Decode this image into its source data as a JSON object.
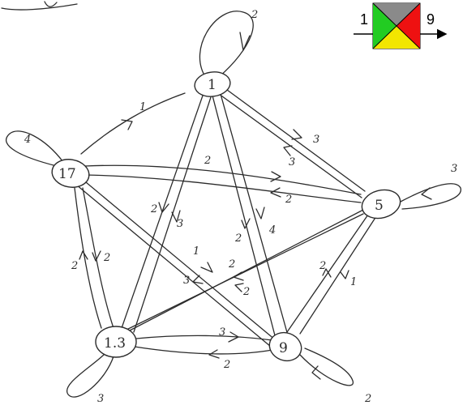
{
  "nodes": [
    {
      "id": "1",
      "label": "1"
    },
    {
      "id": "17",
      "label": "17"
    },
    {
      "id": "5",
      "label": "5"
    },
    {
      "id": "13",
      "label": "1.3"
    },
    {
      "id": "9",
      "label": "9"
    }
  ],
  "edge_weights": {
    "loop_1": "2",
    "loop_17": "4",
    "loop_5": "3",
    "loop_13": "3",
    "loop_9": "2",
    "e17_1": "1",
    "e1_5": "3",
    "e5_1": "3",
    "e17_5_top": "2",
    "e5_17": "2",
    "e1_13_a": "2",
    "e1_13_b": "3",
    "e1_9_a": "2",
    "e1_9_b": "4",
    "e17_13_a": "2",
    "e17_13_b": "2",
    "e17_9": "1",
    "e9_17": "3",
    "e13_5_a": "2",
    "e13_5_b": "2",
    "e5_9_a": "2",
    "e5_9_b": "1",
    "e13_9": "3",
    "e9_13": "2"
  },
  "legend": {
    "left": "1",
    "right": "9",
    "colors": {
      "green": "#22cc22",
      "red": "#ee1111",
      "yellow": "#f2e600",
      "gray": "#8a8a8a"
    }
  },
  "corner_scrawl": "~"
}
